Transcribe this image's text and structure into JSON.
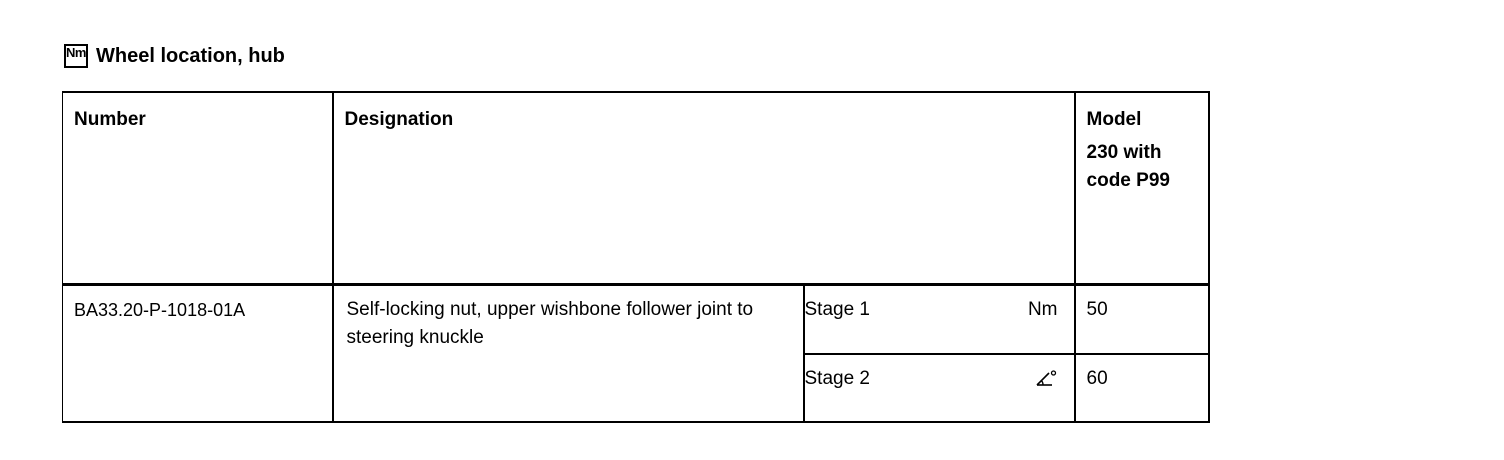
{
  "section": {
    "icon_label": "Nm",
    "title": "Wheel location, hub"
  },
  "table": {
    "headers": {
      "number": "Number",
      "designation": "Designation",
      "model_line1": "Model",
      "model_line2": "230 with code P99"
    },
    "row": {
      "number": "BA33.20-P-1018-01A",
      "designation": "Self-locking nut, upper wishbone follower joint to steering knuckle",
      "stages": [
        {
          "label": "Stage 1",
          "unit": "Nm",
          "unit_icon": "",
          "value": "50"
        },
        {
          "label": "Stage 2",
          "unit": "",
          "unit_icon": "angle-degree-icon",
          "value": "60"
        }
      ]
    }
  }
}
